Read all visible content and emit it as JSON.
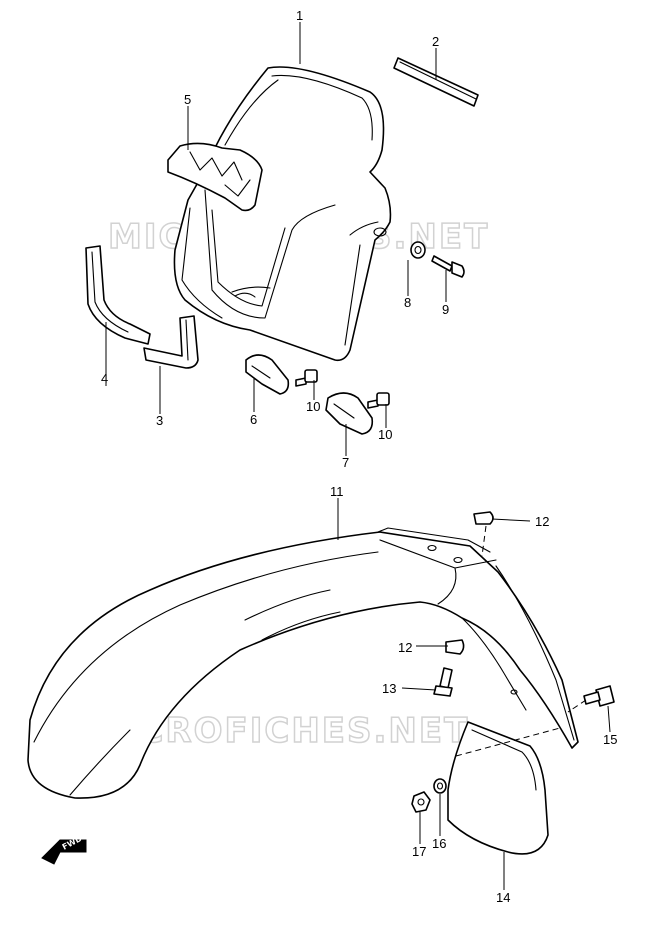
{
  "watermark": "MICROFICHES.NET",
  "direction_badge": "FWD",
  "callouts": {
    "c1": "1",
    "c2": "2",
    "c3": "3",
    "c4": "4",
    "c5": "5",
    "c6": "6",
    "c7": "7",
    "c8": "8",
    "c9": "9",
    "c10a": "10",
    "c10b": "10",
    "c11": "11",
    "c12a": "12",
    "c12b": "12",
    "c13": "13",
    "c14": "14",
    "c15": "15",
    "c16": "16",
    "c17": "17"
  }
}
